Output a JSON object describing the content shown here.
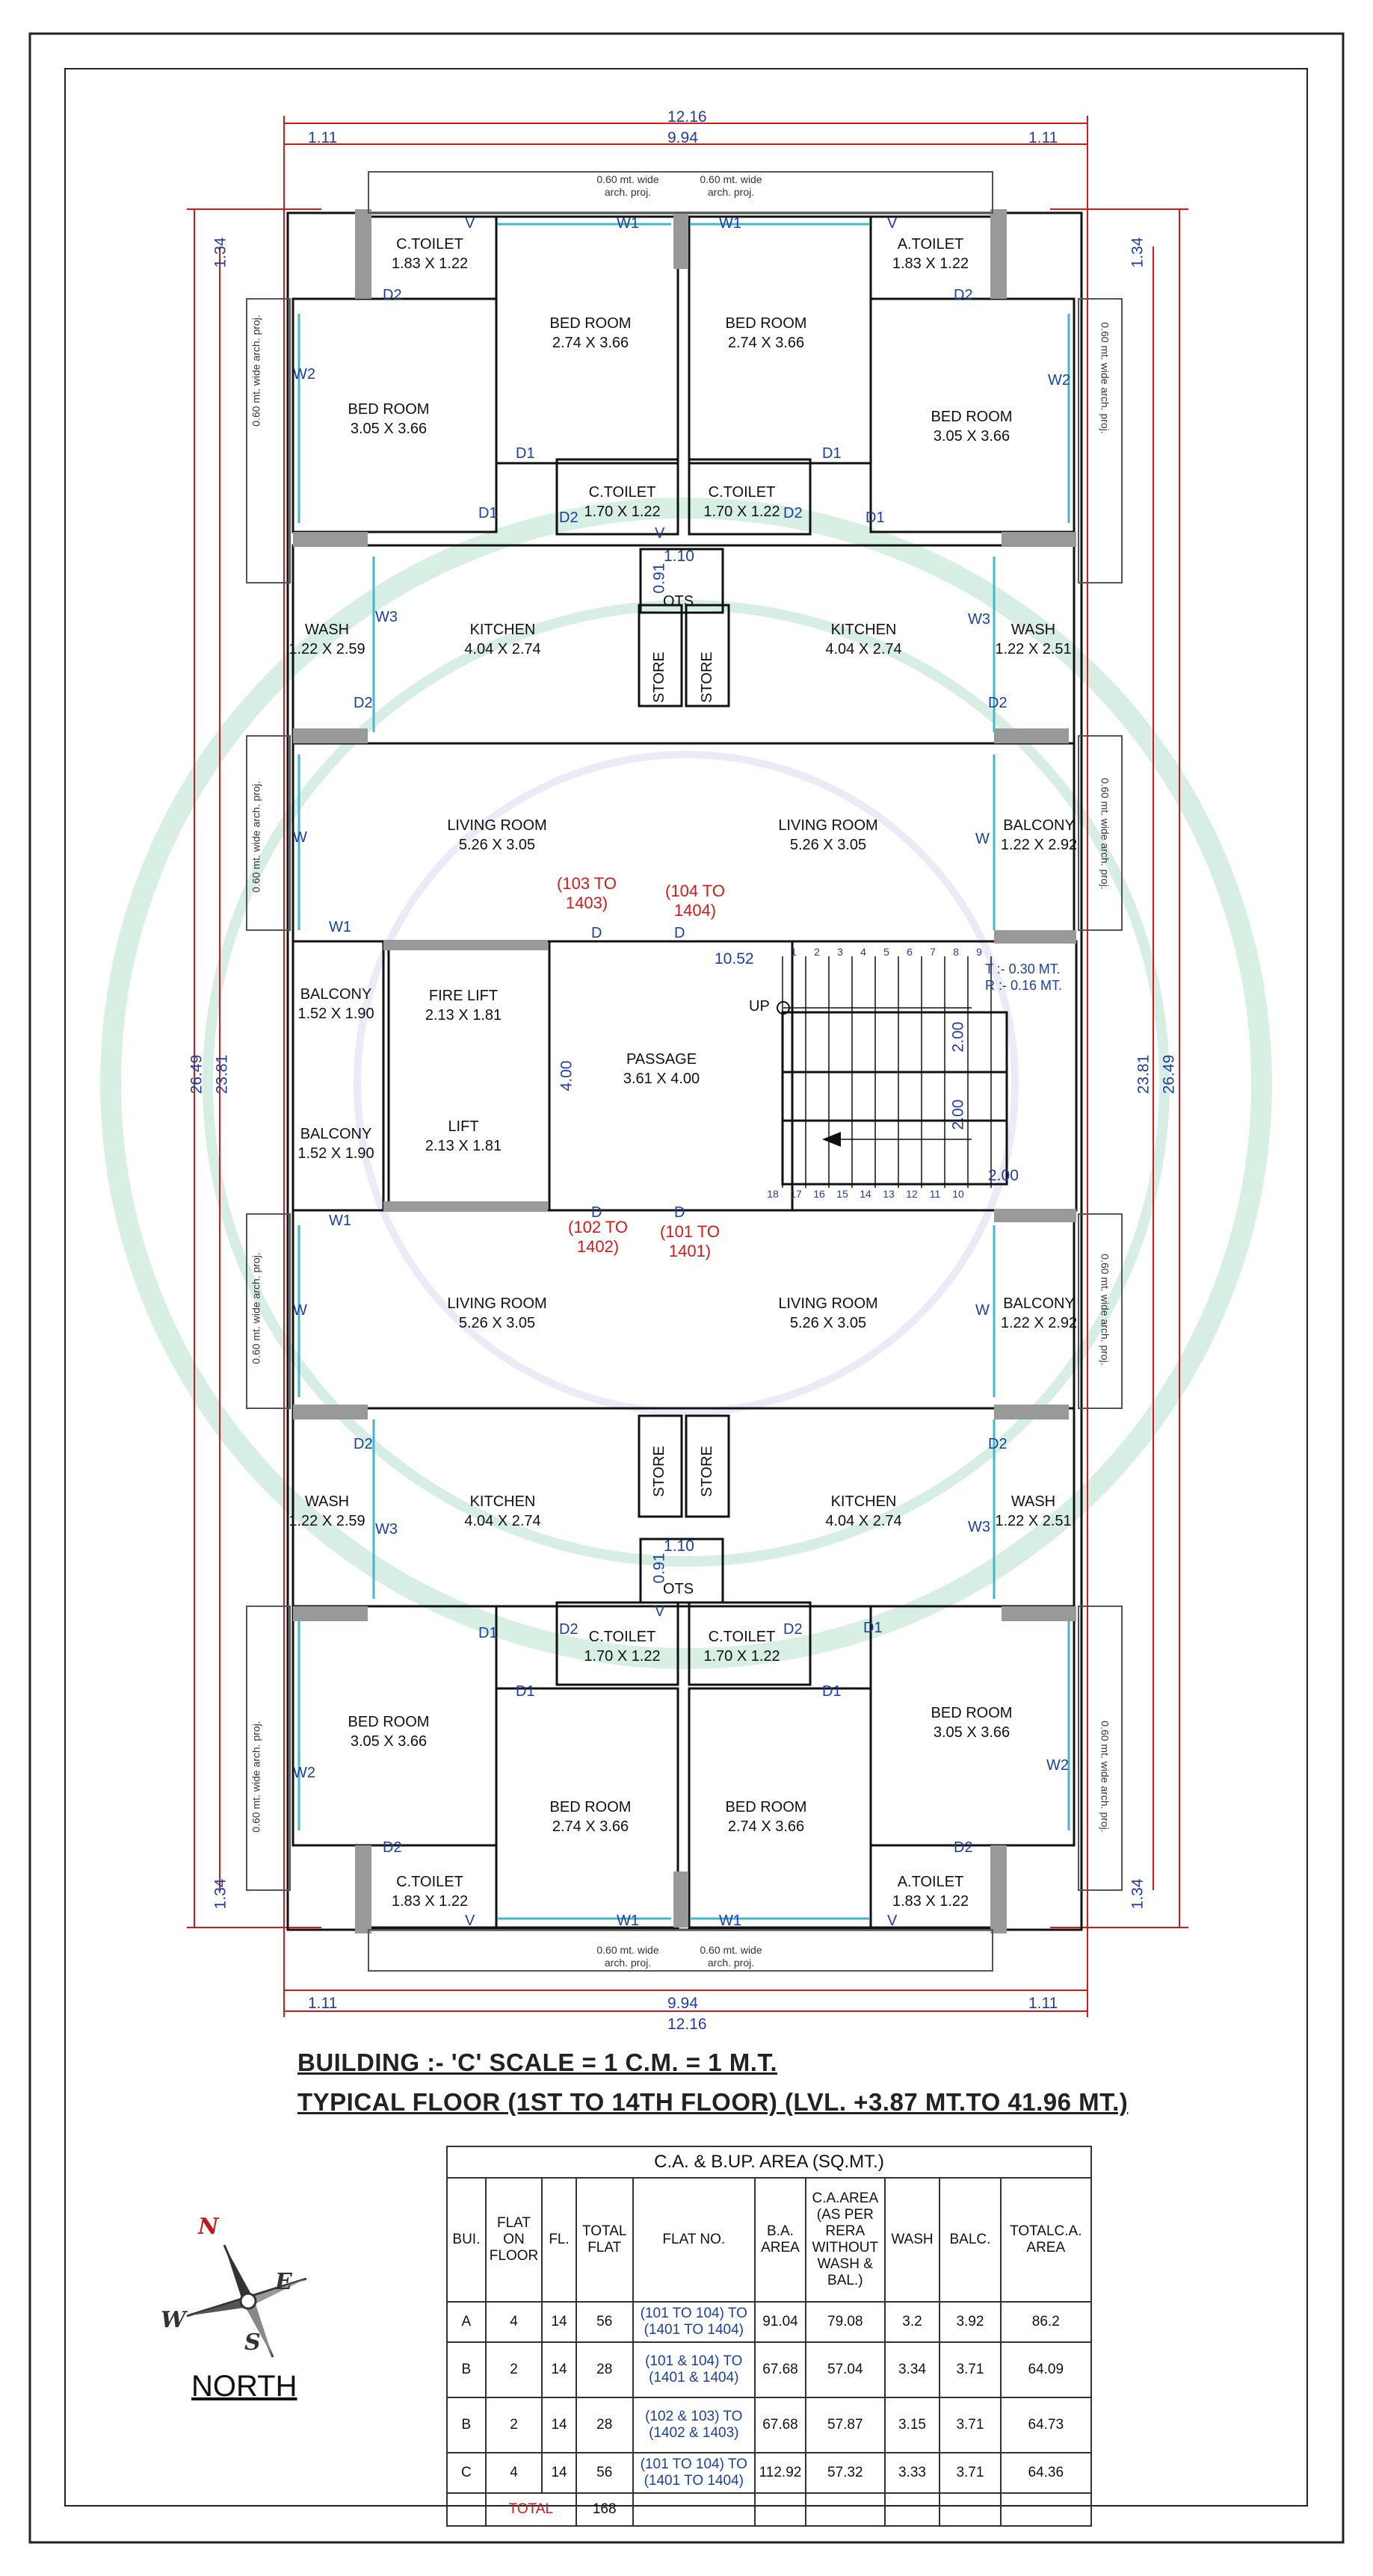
{
  "title_building": "BUILDING :- 'C'  SCALE = 1 C.M. = 1 M.T.",
  "title_floor": "TYPICAL FLOOR (1ST TO 14TH FLOOR) (LVL. +3.87 MT.TO 41.96 MT.)",
  "dimensions": {
    "overall_width": "12.16",
    "inner_width": "9.94",
    "side_offset": "1.11",
    "end_offset": "1.34",
    "overall_height": "26.49",
    "inner_height": "23.81",
    "passage_width": "10.52",
    "passage_height": "4.00",
    "stair_a": "2.00",
    "stair_b": "2.00",
    "stair_c": "2.00",
    "ots_w": "1.10",
    "ots_h": "0.91"
  },
  "rooms": {
    "c_toilet_tl": {
      "name": "C.TOILET",
      "size": "1.83 X 1.22"
    },
    "a_toilet_tr": {
      "name": "A.TOILET",
      "size": "1.83 X 1.22"
    },
    "bed_top_l_inner": {
      "name": "BED ROOM",
      "size": "2.74 X 3.66"
    },
    "bed_top_r_inner": {
      "name": "BED ROOM",
      "size": "2.74 X 3.66"
    },
    "bed_top_l_outer": {
      "name": "BED ROOM",
      "size": "3.05 X 3.66"
    },
    "bed_top_r_outer": {
      "name": "BED ROOM",
      "size": "3.05 X 3.66"
    },
    "c_toilet_top_mid_l": {
      "name": "C.TOILET",
      "size": "1.70 X 1.22"
    },
    "c_toilet_top_mid_r": {
      "name": "C.TOILET",
      "size": "1.70 X 1.22"
    },
    "wash_top_l": {
      "name": "WASH",
      "size": "1.22 X 2.59"
    },
    "wash_top_r": {
      "name": "WASH",
      "size": "1.22 X 2.51"
    },
    "kitchen_top_l": {
      "name": "KITCHEN",
      "size": "4.04 X 2.74"
    },
    "kitchen_top_r": {
      "name": "KITCHEN",
      "size": "4.04 X 2.74"
    },
    "store": "STORE",
    "ots": "OTS",
    "living_top_l": {
      "name": "LIVING ROOM",
      "size": "5.26 X 3.05"
    },
    "living_top_r": {
      "name": "LIVING ROOM",
      "size": "5.26 X 3.05"
    },
    "balcony_top_r": {
      "name": "BALCONY",
      "size": "1.22 X 2.92"
    },
    "balcony_mid_1": {
      "name": "BALCONY",
      "size": "1.52 X 1.90"
    },
    "balcony_mid_2": {
      "name": "BALCONY",
      "size": "1.52 X 1.90"
    },
    "fire_lift": {
      "name": "FIRE LIFT",
      "size": "2.13 X 1.81"
    },
    "lift": {
      "name": "LIFT",
      "size": "2.13 X 1.81"
    },
    "passage": {
      "name": "PASSAGE",
      "size": "3.61 X 4.00"
    },
    "living_bot_l": {
      "name": "LIVING ROOM",
      "size": "5.26 X 3.05"
    },
    "living_bot_r": {
      "name": "LIVING ROOM",
      "size": "5.26 X 3.05"
    },
    "balcony_bot_r": {
      "name": "BALCONY",
      "size": "1.22 X 2.92"
    },
    "wash_bot_l": {
      "name": "WASH",
      "size": "1.22 X 2.59"
    },
    "wash_bot_r": {
      "name": "WASH",
      "size": "1.22 X 2.51"
    },
    "kitchen_bot_l": {
      "name": "KITCHEN",
      "size": "4.04 X 2.74"
    },
    "kitchen_bot_r": {
      "name": "KITCHEN",
      "size": "4.04 X 2.74"
    },
    "c_toilet_bot_mid_l": {
      "name": "C.TOILET",
      "size": "1.70 X 1.22"
    },
    "c_toilet_bot_mid_r": {
      "name": "C.TOILET",
      "size": "1.70 X 1.22"
    },
    "bed_bot_l_outer": {
      "name": "BED ROOM",
      "size": "3.05 X 3.66"
    },
    "bed_bot_r_outer": {
      "name": "BED ROOM",
      "size": "3.05 X 3.66"
    },
    "bed_bot_l_inner": {
      "name": "BED ROOM",
      "size": "2.74 X 3.66"
    },
    "bed_bot_r_inner": {
      "name": "BED ROOM",
      "size": "2.74 X 3.66"
    },
    "c_toilet_bl": {
      "name": "C.TOILET",
      "size": "1.83 X 1.22"
    },
    "a_toilet_br": {
      "name": "A.TOILET",
      "size": "1.83 X 1.22"
    }
  },
  "openings": {
    "d1": "D1",
    "d2": "D2",
    "d": "D",
    "w": "W",
    "w1": "W1",
    "w2": "W2",
    "w3": "W3",
    "v": "V"
  },
  "flat_tags": {
    "t103": "(103 TO 1403)",
    "t104": "(104 TO 1404)",
    "t102": "(102 TO 1402)",
    "t101": "(101 TO 1401)"
  },
  "stair": {
    "up": "UP",
    "top_steps": [
      "1",
      "2",
      "3",
      "4",
      "5",
      "6",
      "7",
      "8",
      "9"
    ],
    "bottom_steps": [
      "18",
      "17",
      "16",
      "15",
      "14",
      "13",
      "12",
      "11",
      "10"
    ],
    "tread": "T :- 0.30 MT.",
    "riser": "R :- 0.16 MT."
  },
  "notes": {
    "arch_proj_h": "0.60 mt. wide arch. proj.",
    "arch_proj_v": "0.60 mt. wide arch. proj."
  },
  "table": {
    "caption": "C.A. & B.UP. AREA (SQ.MT.)",
    "headers": [
      "BUI.",
      "FLAT ON FLOOR",
      "FL.",
      "TOTAL FLAT",
      "FLAT NO.",
      "B.A. AREA",
      "C.A.AREA (AS PER RERA WITHOUT WASH & BAL.)",
      "WASH",
      "BALC.",
      "TOTALC.A. AREA"
    ],
    "rows": [
      [
        "A",
        "4",
        "14",
        "56",
        "(101 TO 104) TO (1401 TO 1404)",
        "91.04",
        "79.08",
        "3.2",
        "3.92",
        "86.2"
      ],
      [
        "B",
        "2",
        "14",
        "28",
        "(101 & 104) TO (1401 & 1404)",
        "67.68",
        "57.04",
        "3.34",
        "3.71",
        "64.09"
      ],
      [
        "B",
        "2",
        "14",
        "28",
        "(102 & 103) TO (1402 & 1403)",
        "67.68",
        "57.87",
        "3.15",
        "3.71",
        "64.73"
      ],
      [
        "C",
        "4",
        "14",
        "56",
        "(101 TO 104) TO (1401 TO 1404)",
        "112.92",
        "57.32",
        "3.33",
        "3.71",
        "64.36"
      ]
    ],
    "total_label": "TOTAL",
    "total_value": "168"
  },
  "compass": {
    "n": "N",
    "e": "E",
    "s": "S",
    "w": "W",
    "label": "NORTH"
  }
}
